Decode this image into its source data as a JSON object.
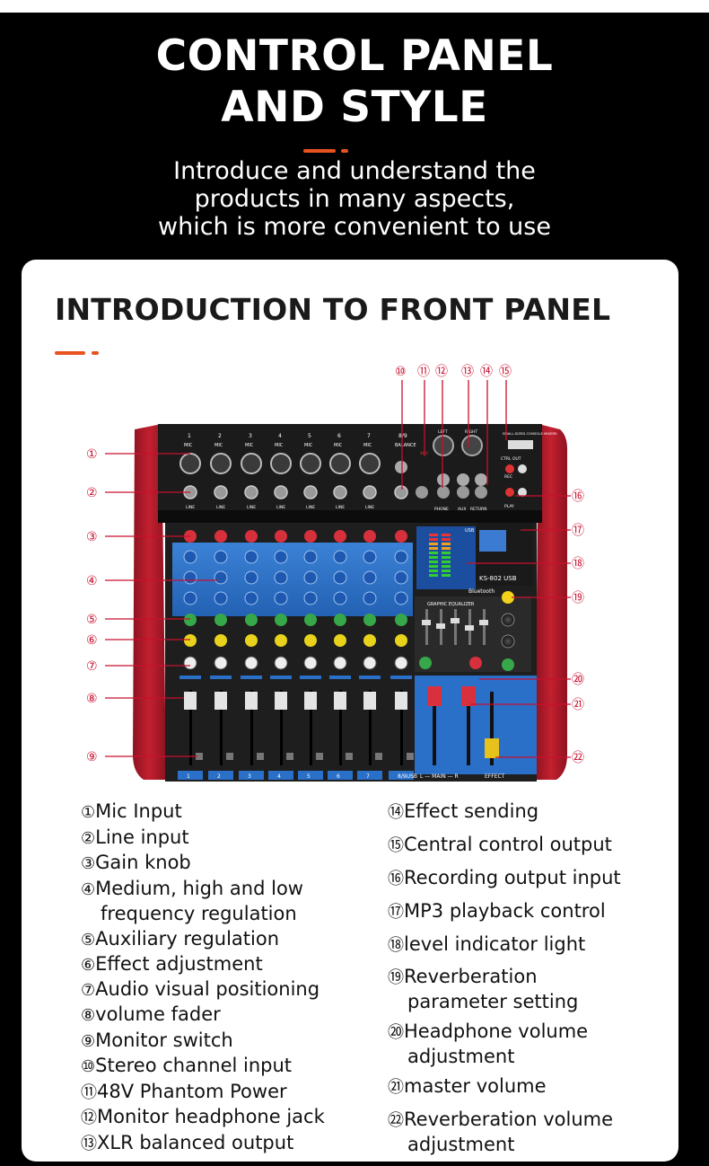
{
  "header": {
    "title_line1": "CONTROL PANEL",
    "title_line2": "AND STYLE",
    "subtitle_line1": "Introduce and understand the",
    "subtitle_line2": "products in many aspects,",
    "subtitle_line3": "which is more convenient to use"
  },
  "section": {
    "title": "INTRODUCTION TO FRONT PANEL"
  },
  "colors": {
    "accent": "#e8521f",
    "callout": "#c8102e",
    "mixer_red": "#b3192a",
    "mixer_blue": "#2a6fc8"
  },
  "mixer": {
    "channel_numbers": [
      "1",
      "2",
      "3",
      "4",
      "5",
      "6",
      "7",
      "8/9"
    ],
    "top_labels": [
      "MIC",
      "MIC",
      "MIC",
      "MIC",
      "MIC",
      "MIC",
      "MIC",
      "BALANCE"
    ],
    "line_label": "LINE",
    "bottom_numbers": [
      "1",
      "2",
      "3",
      "4",
      "5",
      "6",
      "7",
      "8/9USB"
    ],
    "main_label": "L — MAIN — R",
    "effect_label": "EFFECT",
    "model": "KS-802 USB",
    "bluetooth": "Bluetooth",
    "eq_label": "GRAPHIC EQUALIZER",
    "usb_label": "USB",
    "phone_label": "PHONE",
    "aux_label": "AUX",
    "return_label": "RETURN",
    "ctrl_out_label": "CTRL OUT",
    "rec_label": "REC",
    "play_label": "PLAY",
    "left_label": "LEFT",
    "right_label": "RIGHT",
    "small_sized_label": "SMALL-SIZED CONSOLE MIXERS",
    "phantom_label": "48V",
    "callouts": [
      "①",
      "②",
      "③",
      "④",
      "⑤",
      "⑥",
      "⑦",
      "⑧",
      "⑨",
      "⑩",
      "⑪",
      "⑫",
      "⑬",
      "⑭",
      "⑮",
      "⑯",
      "⑰",
      "⑱",
      "⑲",
      "⑳",
      "㉑",
      "㉒"
    ]
  },
  "legend_left": [
    {
      "num": "①",
      "text": "Mic Input"
    },
    {
      "num": "②",
      "text": "Line input"
    },
    {
      "num": "③",
      "text": "Gain knob"
    },
    {
      "num": "④",
      "text": "Medium, high and low",
      "cont": "frequency regulation"
    },
    {
      "num": "⑤",
      "text": "Auxiliary regulation"
    },
    {
      "num": "⑥",
      "text": "Effect adjustment"
    },
    {
      "num": "⑦",
      "text": "Audio visual positioning"
    },
    {
      "num": "⑧",
      "text": "volume fader"
    },
    {
      "num": "⑨",
      "text": "Monitor switch"
    },
    {
      "num": "⑩",
      "text": "Stereo channel input"
    },
    {
      "num": "⑪",
      "text": "48V Phantom Power"
    },
    {
      "num": "⑫",
      "text": "Monitor headphone jack"
    },
    {
      "num": "⑬",
      "text": "XLR balanced output"
    }
  ],
  "legend_right": [
    {
      "num": "⑭",
      "text": "Effect sending"
    },
    {
      "num": "⑮",
      "text": "Central control output"
    },
    {
      "num": "⑯",
      "text": "Recording output input"
    },
    {
      "num": "⑰",
      "text": "MP3 playback control"
    },
    {
      "num": "⑱",
      "text": "level indicator light"
    },
    {
      "num": "⑲",
      "text": "Reverberation",
      "cont": "parameter setting"
    },
    {
      "num": "⑳",
      "text": "Headphone volume",
      "cont": "adjustment"
    },
    {
      "num": "㉑",
      "text": "master volume"
    },
    {
      "num": "㉒",
      "text": "Reverberation volume",
      "cont": "adjustment"
    }
  ]
}
